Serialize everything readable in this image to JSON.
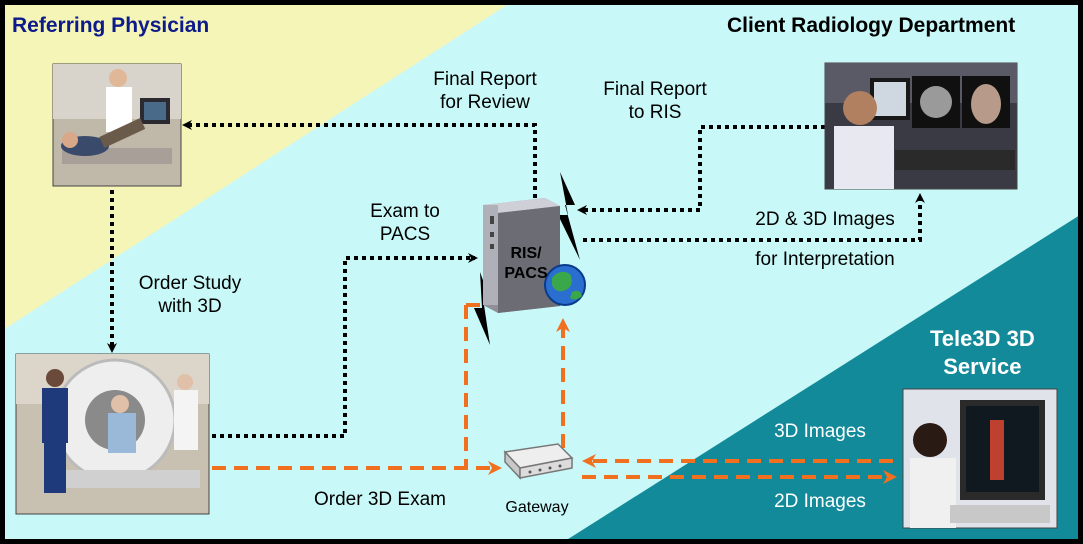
{
  "regions": {
    "referring_physician": "Referring Physician",
    "client_radiology": "Client Radiology Department",
    "tele3d_service_line1": "Tele3D 3D",
    "tele3d_service_line2": "Service"
  },
  "labels": {
    "final_report_review_1": "Final Report",
    "final_report_review_2": "for Review",
    "final_report_ris_1": "Final Report",
    "final_report_ris_2": "to RIS",
    "exam_to_pacs_1": "Exam to",
    "exam_to_pacs_2": "PACS",
    "order_study_1": "Order Study",
    "order_study_2": "with 3D",
    "images_interp_1": "2D & 3D Images",
    "images_interp_2": "for Interpretation",
    "images_3d": "3D Images",
    "images_2d": "2D Images",
    "order_3d_exam": "Order 3D Exam",
    "gateway": "Gateway",
    "server_1": "RIS/",
    "server_2": "PACS"
  },
  "colors": {
    "physician_bg": "#f5f5b8",
    "radiology_bg": "#c8f8f8",
    "tele3d_bg": "#128a99",
    "region_title_blue": "#0c1a8a",
    "orange_arrow": "#f07020",
    "black_arrow": "#000000"
  },
  "icons": [
    "server-icon",
    "globe-icon",
    "gateway-device-icon",
    "lightning-bolt-icon"
  ]
}
